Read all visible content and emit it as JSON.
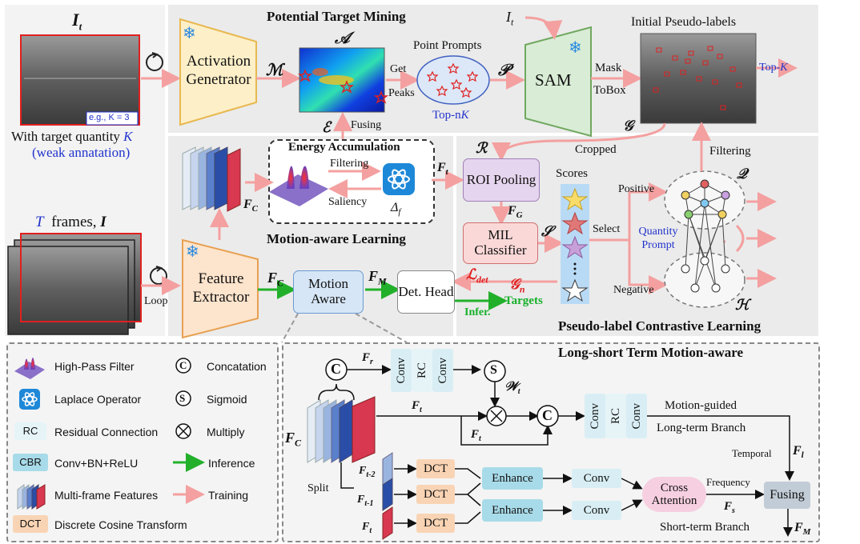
{
  "titles": {
    "ptm": "Potential Target Mining",
    "mal": "Motion-aware Learning",
    "pcl": "Pseudo-label Contrastive Learning",
    "lstm": "Long-short Term Motion-aware",
    "ea": "Energy Accumulation"
  },
  "left": {
    "frame_label": "I",
    "frame_sub": "t",
    "example_k": "e.g., K = 3",
    "target_qty": "With target quantity",
    "target_k": "K",
    "weak": "(weak annatation)",
    "t_frames_T": "T",
    "t_frames_text": "frames,",
    "t_frames_I": "I",
    "loop": "Loop"
  },
  "blocks": {
    "activation": "Activation Genetrator",
    "feature": "Feature Extractor",
    "sam": "SAM",
    "roi": "ROI Pooling",
    "mil": "MIL Classifier",
    "motion": "Motion Aware",
    "det": "Det. Head",
    "conv": "Conv",
    "rc": "RC",
    "dct": "DCT",
    "enhance": "Enhance",
    "cross": "Cross Attention",
    "fusing": "Fusing"
  },
  "labels": {
    "get": "Get",
    "peaks": "Peaks",
    "point_prompts": "Point Prompts",
    "topnk": "Top-nK",
    "mask": "Mask",
    "tobox": "ToBox",
    "initial_pl": "Initial Pseudo-labels",
    "topk": "Top-K",
    "fusing_lbl": "Fusing",
    "filtering": "Filtering",
    "saliency": "Saliency",
    "cropped": "Cropped",
    "filtering2": "Filtering",
    "scores": "Scores",
    "positive": "Positive",
    "negative": "Negative",
    "select": "Select",
    "quantity_prompt": "Quantity Prompt",
    "targets": "Targets",
    "infer": "Infer.",
    "split": "Split",
    "motion_guided": "Motion-guided",
    "long_term": "Long-term Branch",
    "temporal": "Temporal",
    "frequency": "Frequency",
    "short_term": "Short-term Branch"
  },
  "math": {
    "I": "I",
    "t": "t",
    "M": "ℳ",
    "A": "𝒜",
    "E": "ℰ",
    "P": "𝒫",
    "G": "𝒢",
    "R": "ℛ",
    "S": "𝒮",
    "Q": "𝒬",
    "H": "ℋ",
    "Fc": "F",
    "c": "C",
    "Ft": "F",
    "FG": "F",
    "G_sub": "G",
    "FM": "F",
    "M_sub": "M",
    "Ldet": "ℒ",
    "det": "det",
    "Gn": "𝒢",
    "n": "n",
    "delta": "Δ",
    "f": "f",
    "Fr": "F",
    "r": "r",
    "Wt": "𝒲",
    "Fl": "F",
    "l": "l",
    "Fs": "F",
    "s": "s",
    "tm2": "t-2",
    "tm1": "t-1"
  },
  "legend": [
    {
      "icon": "high-pass-filter",
      "text": "High-Pass Filter"
    },
    {
      "icon": "laplace",
      "text": "Laplace Operator"
    },
    {
      "icon": "rc",
      "text": "Residual Connection",
      "badge": "RC"
    },
    {
      "icon": "cbr",
      "text": "Conv+BN+ReLU",
      "badge": "CBR"
    },
    {
      "icon": "multi-frame",
      "text": "Multi-frame Features"
    },
    {
      "icon": "dct",
      "text": "Discrete Cosine Transform",
      "badge": "DCT"
    }
  ],
  "legend2": [
    {
      "symbol": "C",
      "text": "Concatation"
    },
    {
      "symbol": "S",
      "text": "Sigmoid"
    },
    {
      "symbol": "⊗",
      "text": "Multiply"
    },
    {
      "symbol": "arrow-green",
      "text": "Inference"
    },
    {
      "symbol": "arrow-pink",
      "text": "Training"
    }
  ],
  "colors": {
    "pink_arrow": "#f4a0a0",
    "green_arrow": "#22b02a",
    "panel_gray": "#ebebeb",
    "activation_fill": "#fdefc8",
    "feature_fill": "#fde4cc",
    "sam_fill": "#d9ecd5",
    "roi_fill": "#e6d5ee",
    "mil_fill": "#fbd8d8",
    "motion_fill": "#d6e6f6",
    "conv_fill": "#d8eef4",
    "dct_fill": "#f9d4b4",
    "enhance_fill": "#a8dbe9",
    "cross_fill": "#f6cfe0",
    "fusing_fill": "#c2ccd6"
  }
}
